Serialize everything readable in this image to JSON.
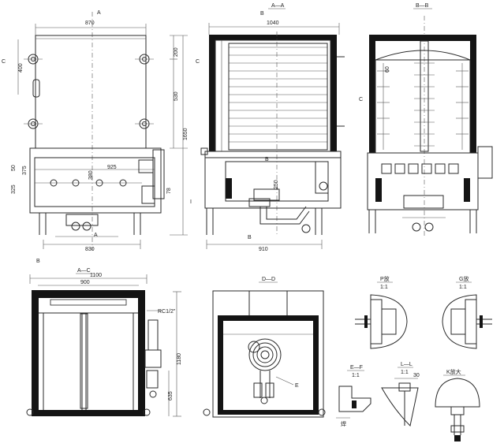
{
  "views": {
    "front": {
      "section_mark_top": "A",
      "section_mark_bottom": "A",
      "cut_left": "C",
      "cut_right": "C",
      "cut_b": "B",
      "dims": {
        "top_width": "870",
        "bottom_width": "830",
        "right_top": "200",
        "right_mid": "530",
        "total_height": "1650",
        "left_top": "400",
        "side_a": "50",
        "side_b": "375",
        "left_low": "325",
        "mid": "380",
        "mid2": "925",
        "right_low": "78"
      }
    },
    "section_a": {
      "title": "A—A",
      "top_width": "1040",
      "bottom_width": "910",
      "cut_b_top": "B",
      "cut_b_bottom": "B",
      "mid_dim": "250",
      "mark_b": "B",
      "mark_i": "I"
    },
    "section_b": {
      "title": "B—B",
      "side_dim": "60",
      "cut_c": "C"
    },
    "section_c": {
      "title": "A—C",
      "top_width": "1100",
      "inner_width": "900",
      "pipe_label": "RC1/2\"",
      "height": "1180",
      "low_dim": "635"
    },
    "section_d": {
      "title": "D—D",
      "mark": "E"
    },
    "details": {
      "p1": "P放",
      "p1_scale": "1:1",
      "p2": "G放",
      "p2_scale": "1:1",
      "p3": "K放大",
      "p4": "E—F",
      "p4_scale": "1:1",
      "p4_note": "焊",
      "p5": "L—L",
      "p5_scale": "1:1",
      "p5_dim": "30"
    }
  }
}
